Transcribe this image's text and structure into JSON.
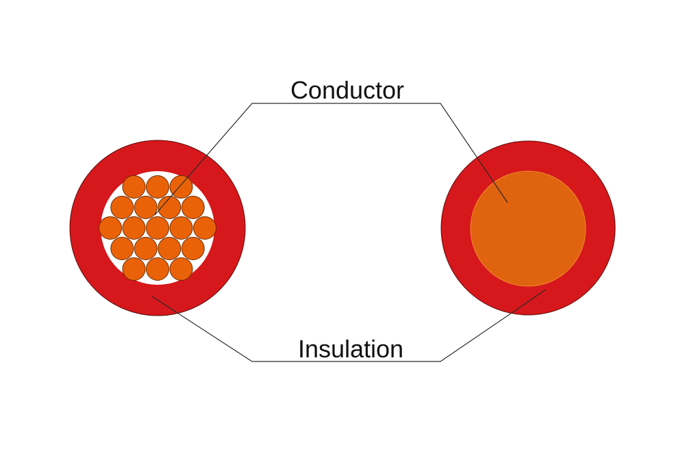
{
  "labels": {
    "conductor": "Conductor",
    "insulation": "Insulation"
  },
  "cables": [
    {
      "name": "stranded-cable",
      "conductor_type": "stranded",
      "strand_count": 19
    },
    {
      "name": "solid-cable",
      "conductor_type": "solid"
    }
  ],
  "colors": {
    "insulation": "#d6181c",
    "strand": "#ea6208",
    "solid_conductor": "#e0630f",
    "conductor_gap": "#ffffff",
    "leader_line": "#2a2a2a",
    "label_text": "#111111"
  }
}
